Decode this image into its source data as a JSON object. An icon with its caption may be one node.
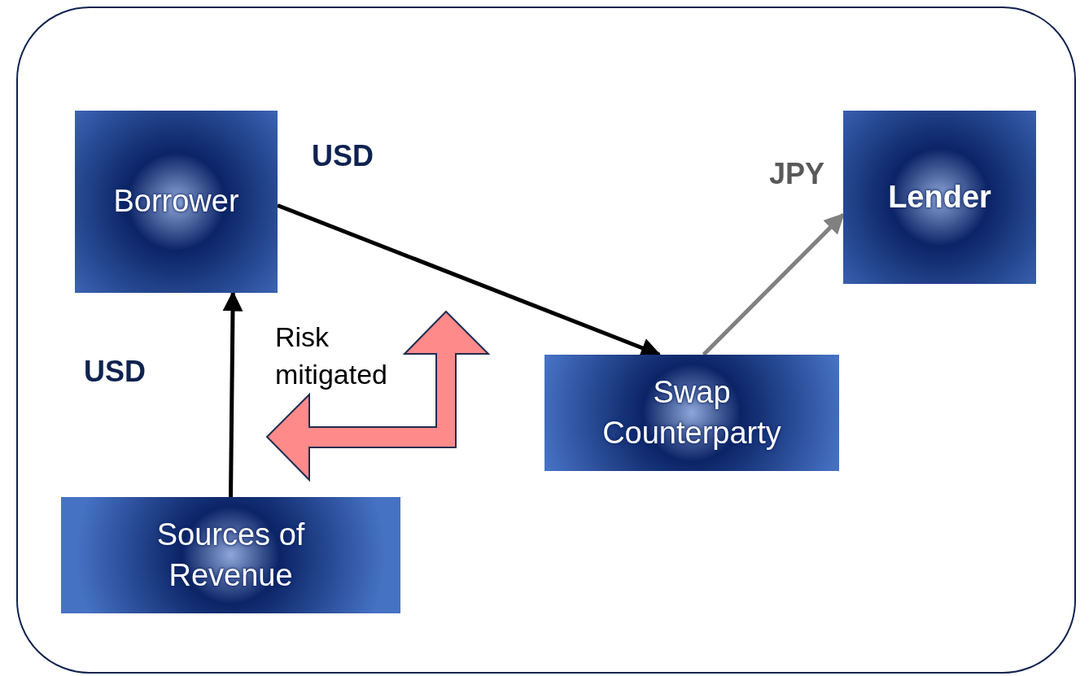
{
  "diagram": {
    "nodes": [
      {
        "text": [
          "Borrower"
        ]
      },
      {
        "text": [
          "Lender"
        ]
      },
      {
        "text": [
          "Swap Counterparty"
        ]
      },
      {
        "text": [
          "Sources of Revenue"
        ]
      }
    ],
    "edges": [
      {
        "from": 0,
        "to": 2,
        "arrow": "to",
        "label": "USD"
      },
      {
        "from": 2,
        "to": 1,
        "arrow": "to",
        "label": "JPY",
        "color": "#808080"
      },
      {
        "from": 3,
        "to": 0,
        "arrow": "to",
        "label": "USD"
      }
    ],
    "labels": [
      "Risk mitigated"
    ]
  }
}
